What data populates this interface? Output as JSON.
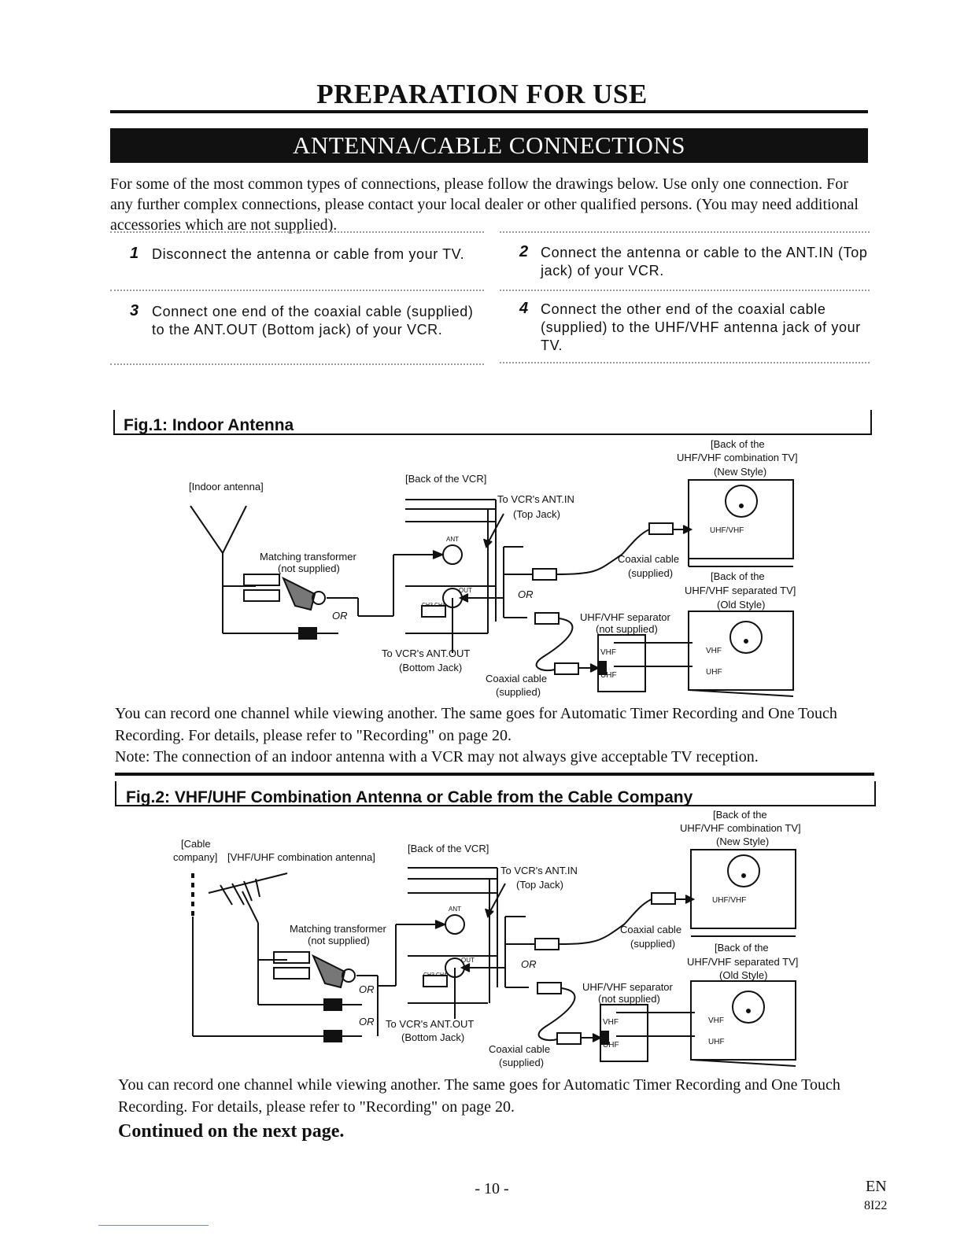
{
  "header": {
    "page_title": "PREPARATION FOR USE",
    "section_title": "ANTENNA/CABLE CONNECTIONS"
  },
  "intro": "For some of the most common types of connections, please follow the drawings below. Use only one connection. For any further complex connections, please contact your local dealer or other qualified persons. (You may need additional accessories which are not supplied).",
  "steps": [
    {
      "num": "1",
      "text": "Disconnect the antenna or cable from your TV."
    },
    {
      "num": "2",
      "text": "Connect the antenna or cable to the ANT.IN (Top jack) of your VCR."
    },
    {
      "num": "3",
      "text": "Connect one end of the coaxial cable (supplied) to the ANT.OUT (Bottom jack) of your VCR."
    },
    {
      "num": "4",
      "text": "Connect the other end of the coaxial cable (supplied) to the UHF/VHF antenna jack of your TV."
    }
  ],
  "fig1": {
    "title": "Fig.1: Indoor Antenna",
    "labels": {
      "indoor_antenna": "[Indoor antenna]",
      "matching_transformer": "Matching transformer",
      "not_supplied": "(not supplied)",
      "or": "OR",
      "back_of_vcr": "[Back of the VCR]",
      "to_ant_in": "To VCR's ANT.IN",
      "top_jack": "(Top Jack)",
      "ant": "ANT",
      "out": "OUT",
      "ch": "CH3 CH4",
      "to_ant_out": "To VCR's ANT.OUT",
      "bottom_jack": "(Bottom Jack)",
      "coaxial_cable": "Coaxial cable",
      "supplied": "(supplied)",
      "separator": "UHF/VHF separator",
      "back_of_the": "[Back of the",
      "combination_tv": "UHF/VHF combination TV]",
      "new_style": "(New Style)",
      "separated_tv": "UHF/VHF separated TV]",
      "old_style": "(Old Style)",
      "uhf_vhf": "UHF/VHF",
      "vhf": "VHF",
      "uhf": "UHF"
    },
    "caption": "You can record one channel while viewing another. The same goes for Automatic Timer Recording and One Touch Recording. For details, please refer to \"Recording\" on page 20.",
    "note": "Note: The connection of an indoor antenna with a VCR may not always give acceptable TV reception."
  },
  "fig2": {
    "title": "Fig.2: VHF/UHF Combination Antenna or Cable from the Cable Company",
    "labels": {
      "cable": "[Cable",
      "company": "company]",
      "combo_antenna": "[VHF/UHF combination antenna]",
      "matching_transformer": "Matching transformer",
      "not_supplied": "(not supplied)",
      "or": "OR",
      "back_of_vcr": "[Back of the VCR]",
      "to_ant_in": "To VCR's ANT.IN",
      "top_jack": "(Top Jack)",
      "ant": "ANT",
      "out": "OUT",
      "ch": "CH3 CH4",
      "to_ant_out": "To VCR's ANT.OUT",
      "bottom_jack": "(Bottom Jack)",
      "coaxial_cable": "Coaxial cable",
      "supplied": "(supplied)",
      "separator": "UHF/VHF separator",
      "back_of_the": "[Back of the",
      "combination_tv": "UHF/VHF combination TV]",
      "new_style": "(New Style)",
      "separated_tv": "UHF/VHF separated TV]",
      "old_style": "(Old Style)",
      "uhf_vhf": "UHF/VHF",
      "vhf": "VHF",
      "uhf": "UHF"
    },
    "caption": "You can record one channel while viewing another. The same goes for Automatic Timer Recording and One Touch Recording. For details, please refer to \"Recording\" on page 20."
  },
  "continued": "Continued on the next page.",
  "footer": {
    "page_number": "- 10 -",
    "lang": "EN",
    "code": "8I22"
  }
}
